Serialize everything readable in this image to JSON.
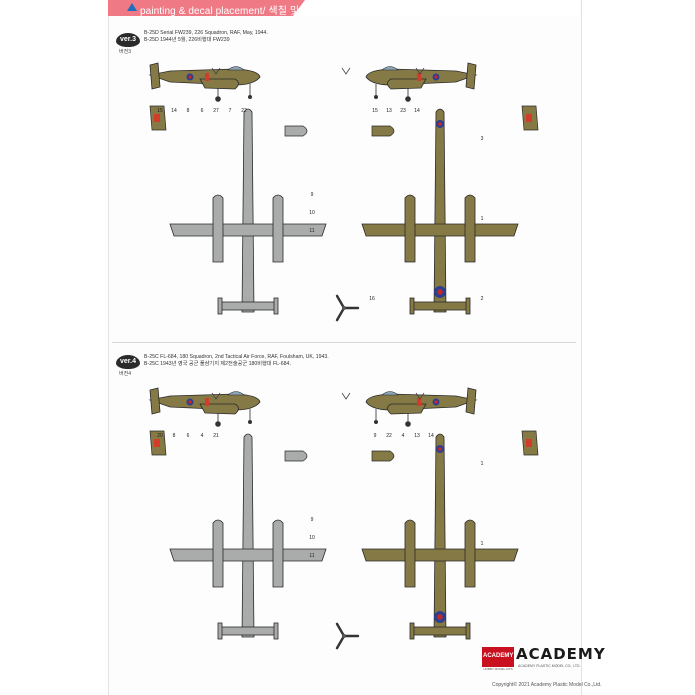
{
  "header": {
    "title": "painting & decal placement/ 색칠 및 전사지붙이기",
    "accent_color": "#ef7a86",
    "arrow_color": "#1f6dbd",
    "arrow_icon": "triangle-marker-icon"
  },
  "schemes": [
    {
      "badge": "ver.3",
      "badge_sub": "버전3",
      "caption_en": "B-25D Serial FW239, 226 Squadron, RAF, May, 1944.",
      "caption_ko": "B-25D 1944년 5월, 226비행대 FW239",
      "callouts_left_side": [
        "15",
        "14",
        "8",
        "6",
        "27",
        "7",
        "22"
      ],
      "callouts_right_side": [
        "15",
        "13",
        "23",
        "14"
      ],
      "callouts_top_view": [
        "9",
        "10",
        "11"
      ],
      "callouts_bottom_view": [
        "3",
        "1",
        "2"
      ],
      "callouts_propeller": [
        "16"
      ]
    },
    {
      "badge": "ver.4",
      "badge_sub": "버전4",
      "caption_en": "B-25C FL-684, 180 Squadron, 2nd Tactical Air Force, RAF, Foulsham, UK, 1943.",
      "caption_ko": "B-25C 1943년 영국 공군 풀샴기지 제2전술공군 180비행대 FL-684.",
      "callouts_left_side": [
        "20",
        "8",
        "6",
        "4",
        "21"
      ],
      "callouts_right_side": [
        "9",
        "22",
        "4",
        "13",
        "14"
      ],
      "callouts_top_view": [
        "9",
        "10",
        "11"
      ],
      "callouts_bottom_view": [
        "1",
        "1"
      ],
      "callouts_propeller": []
    }
  ],
  "colors": {
    "olive_drab": "#857a45",
    "neutral_grey": "#a9acab",
    "outline": "#2a2a2a",
    "roundel_blue": "#2f3f8f",
    "roundel_red": "#c62828",
    "code_red": "#d23c2a"
  },
  "footer": {
    "copyright": "Copyright© 2021 Academy Plastic Model Co.,Ltd.",
    "brand": "ACADEMY",
    "brand_sub": "ACADEMY PLASTIC MODEL CO., LTD.",
    "logo_text": "ACADEMY",
    "logo_sub": "HOBBY MODEL KITS"
  }
}
